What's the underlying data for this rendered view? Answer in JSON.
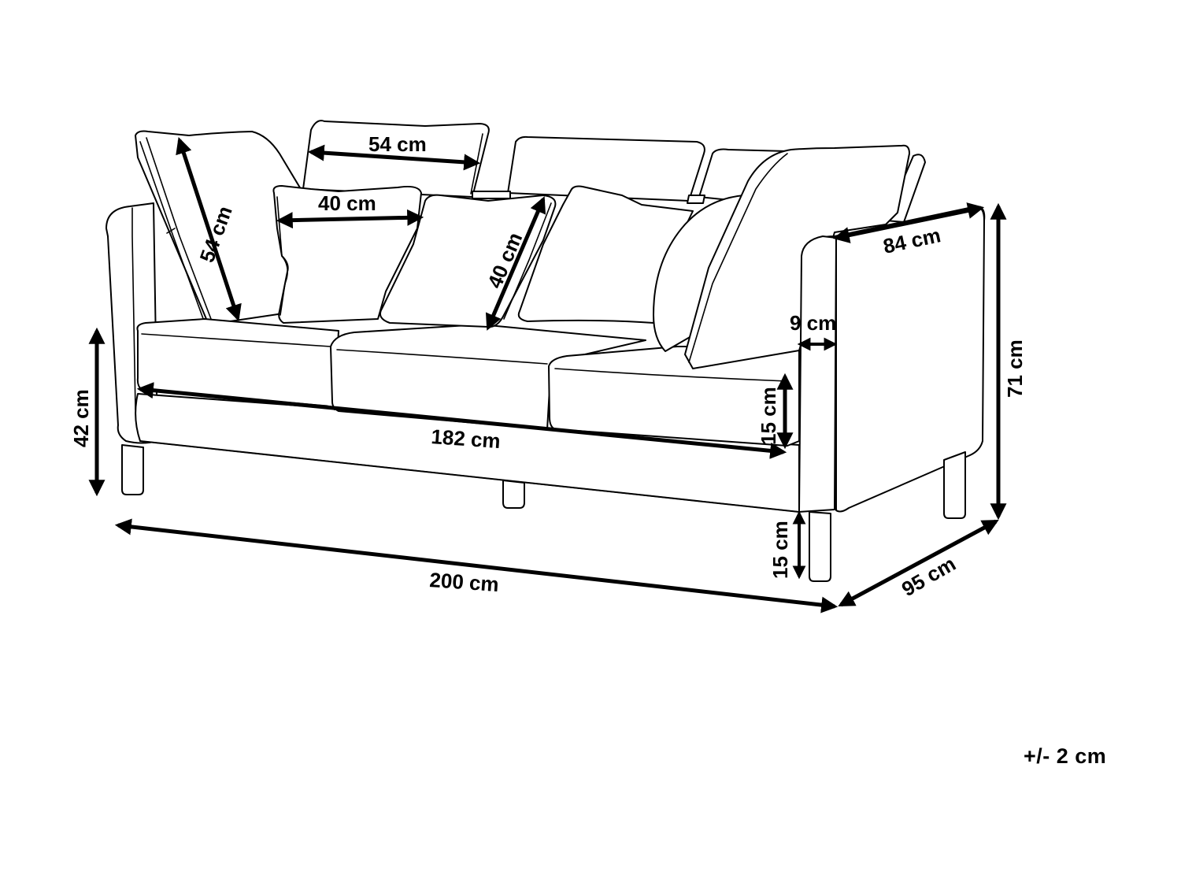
{
  "diagram": {
    "subject": "three-seater sofa dimension drawing",
    "line_color": "#000000",
    "background": "#ffffff"
  },
  "dimensions": {
    "back_cushion_height": "54 cm",
    "back_cushion_width": "54 cm",
    "throw_pillow_width": "40 cm",
    "throw_pillow_height": "40 cm",
    "armrest_depth": "84 cm",
    "armrest_width": "9 cm",
    "seat_height": "42 cm",
    "seat_cushion_thickness": "15 cm",
    "seat_width": "182 cm",
    "total_height": "71 cm",
    "leg_height": "15 cm",
    "total_width": "200 cm",
    "total_depth": "95 cm"
  },
  "tolerance": "+/- 2 cm"
}
